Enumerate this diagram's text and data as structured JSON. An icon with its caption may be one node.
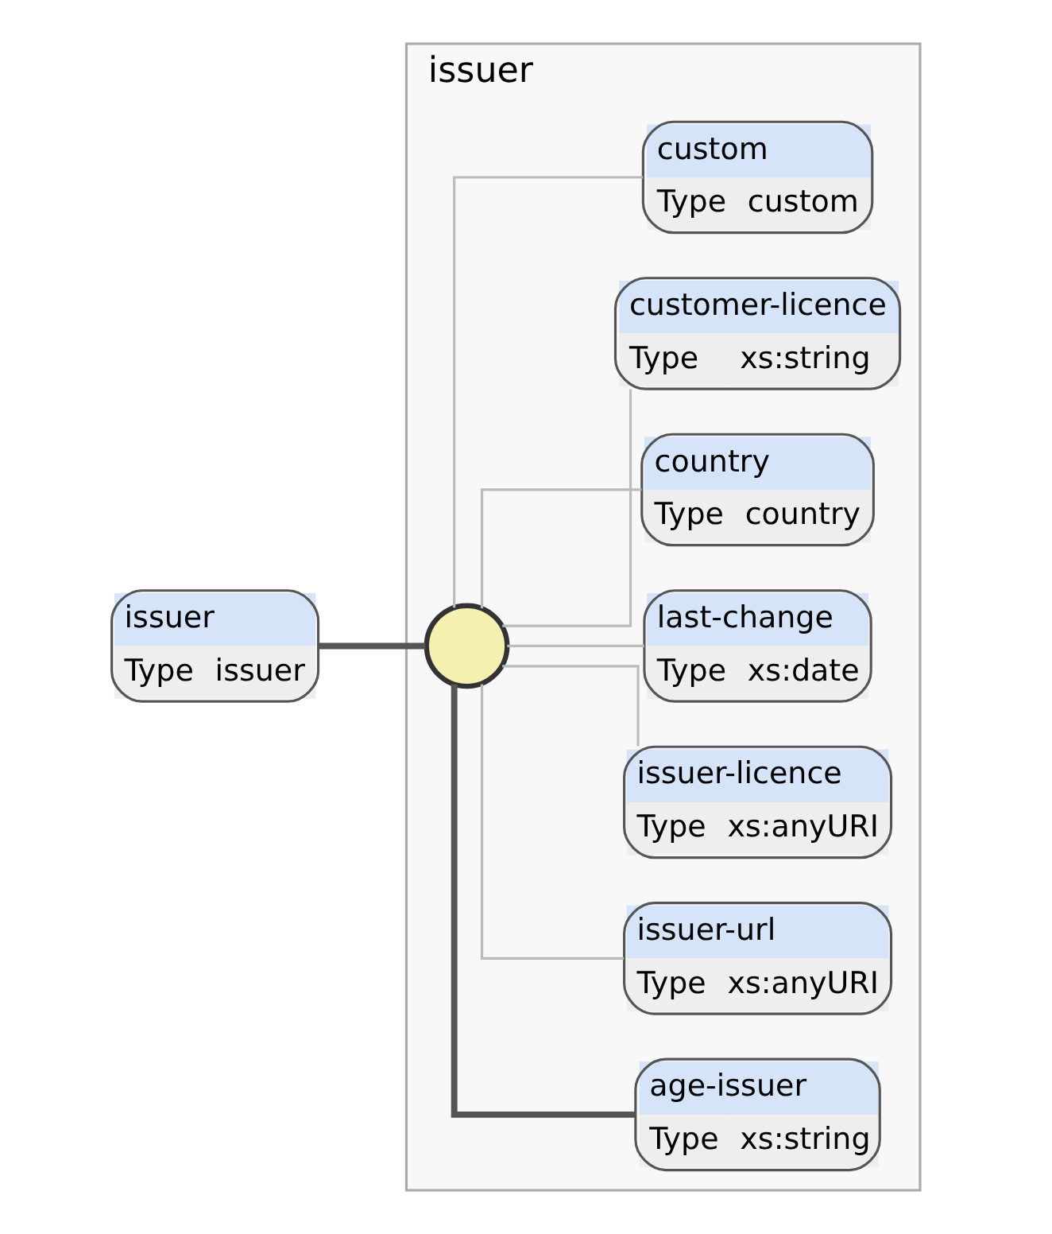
{
  "diagram": {
    "nodes": [
      {
        "text": [
          "issuer",
          "Type",
          "issuer"
        ]
      },
      {
        "text": [
          "issuer"
        ]
      },
      {
        "text": [],
        "shape": "circle",
        "in": 1
      },
      {
        "text": [
          "age-issuer",
          "Type",
          "xs:string"
        ],
        "in": 1
      },
      {
        "text": [
          "issuer-url",
          "Type",
          "xs:anyURI"
        ],
        "in": 1
      },
      {
        "text": [
          "issuer-licence",
          "Type",
          "xs:anyURI"
        ],
        "in": 1
      },
      {
        "text": [
          "last-change",
          "Type",
          "xs:date"
        ],
        "in": 1
      },
      {
        "text": [
          "country",
          "Type",
          "country"
        ],
        "in": 1
      },
      {
        "text": [
          "customer-licence",
          "Type",
          "xs:string"
        ],
        "in": 1
      },
      {
        "text": [
          "custom",
          "Type",
          "custom"
        ],
        "in": 1
      }
    ],
    "edges": [
      {
        "from": 0,
        "to": 2,
        "arrow": "none",
        "style": "thick",
        "color": "#555555"
      },
      {
        "from": 2,
        "to": 3,
        "arrow": "none",
        "style": "thick",
        "color": "#555555"
      },
      {
        "from": 2,
        "to": 4,
        "arrow": "none"
      },
      {
        "from": 2,
        "to": 5,
        "arrow": "none"
      },
      {
        "from": 2,
        "to": 6,
        "arrow": "none"
      },
      {
        "from": 2,
        "to": 7,
        "arrow": "none"
      },
      {
        "from": 2,
        "to": 8,
        "arrow": "none"
      },
      {
        "from": 2,
        "to": 9,
        "arrow": "none"
      }
    ]
  }
}
